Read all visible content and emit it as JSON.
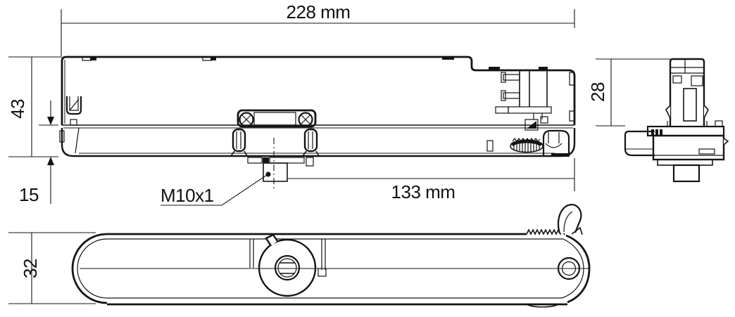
{
  "page": {
    "background": "#ffffff",
    "line_color": "#141414",
    "text_color": "#111111"
  },
  "drawing": {
    "labels": {
      "overall_length": "228 mm",
      "height_total": "43",
      "height_below_track": "15",
      "thread": "M10x1",
      "stud_to_end": "133 mm",
      "end_width": "28",
      "body_width": "32"
    }
  }
}
